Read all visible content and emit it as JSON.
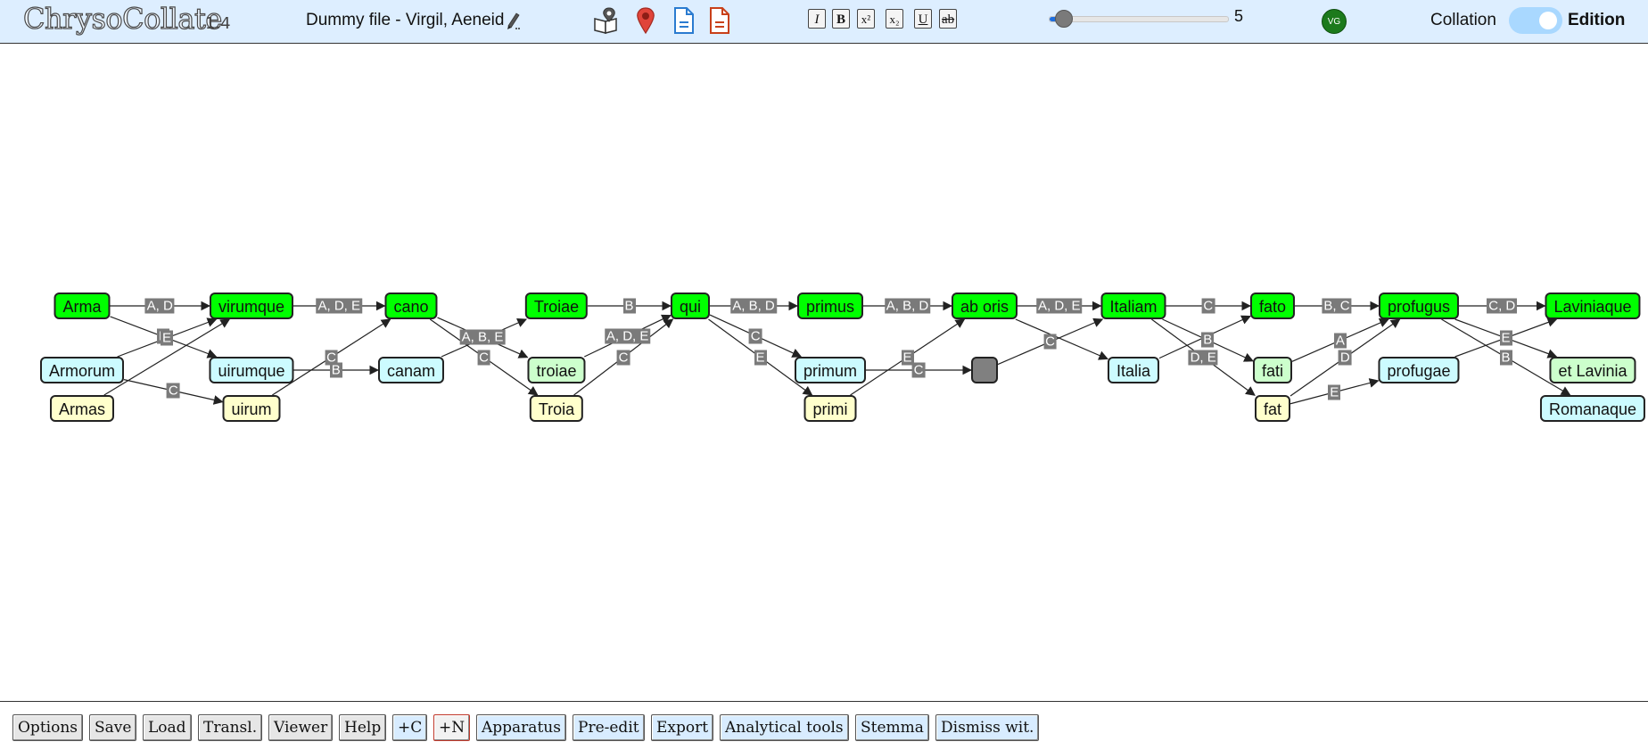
{
  "header": {
    "app_name": "ChrysoCollate",
    "version": "1.4",
    "document_title": "Dummy file - Virgil, Aeneid",
    "icons": {
      "edit": "pencil-icon",
      "map_book": "map-book-icon",
      "location": "map-pin-icon",
      "document": "document-icon",
      "document_red": "document-red-icon"
    },
    "format_buttons": [
      "I",
      "B",
      "x²",
      "x₂",
      "U",
      "ab"
    ],
    "slider": {
      "value": 5,
      "min": 1,
      "max": 100
    },
    "avatar": "VG",
    "mode_left": "Collation",
    "mode_right": "Edition",
    "toggle_on": true
  },
  "colors": {
    "header_bg": "#ddeeff",
    "base_node": "#00ff00",
    "witness_b_node": "#ccfbff",
    "witness_c_node": "#ffffcc",
    "witness_e_node": "#ccffcc",
    "edge_label_bg": "#7a7a7a",
    "toggle": "#a9d8ff",
    "avatar": "#1c7a1c"
  },
  "graph": {
    "nodes": [
      {
        "id": "arma",
        "label": "Arma",
        "color": "green"
      },
      {
        "id": "virumque",
        "label": "virumque",
        "color": "green"
      },
      {
        "id": "cano",
        "label": "cano",
        "color": "green"
      },
      {
        "id": "troiae",
        "label": "Troiae",
        "color": "green"
      },
      {
        "id": "qui",
        "label": "qui",
        "color": "green"
      },
      {
        "id": "primus",
        "label": "primus",
        "color": "green"
      },
      {
        "id": "aboris",
        "label": "ab oris",
        "color": "green"
      },
      {
        "id": "italiam",
        "label": "Italiam",
        "color": "green"
      },
      {
        "id": "fato",
        "label": "fato",
        "color": "green"
      },
      {
        "id": "profugus",
        "label": "profugus",
        "color": "green"
      },
      {
        "id": "laviniaque",
        "label": "Laviniaque",
        "color": "green"
      },
      {
        "id": "armorum",
        "label": "Armorum",
        "color": "cyan"
      },
      {
        "id": "uirumque",
        "label": "uirumque",
        "color": "cyan"
      },
      {
        "id": "canam",
        "label": "canam",
        "color": "cyan"
      },
      {
        "id": "troiae2",
        "label": "troiae",
        "color": "lightgreen"
      },
      {
        "id": "primum",
        "label": "primum",
        "color": "cyan"
      },
      {
        "id": "empty",
        "label": "",
        "color": "gray"
      },
      {
        "id": "italia",
        "label": "Italia",
        "color": "cyan"
      },
      {
        "id": "fati",
        "label": "fati",
        "color": "lightgreen"
      },
      {
        "id": "profugae",
        "label": "profugae",
        "color": "cyan"
      },
      {
        "id": "etlavinia",
        "label": "et Lavinia",
        "color": "lightgreen"
      },
      {
        "id": "armas",
        "label": "Armas",
        "color": "yellow"
      },
      {
        "id": "uirum",
        "label": "uirum",
        "color": "yellow"
      },
      {
        "id": "troia",
        "label": "Troia",
        "color": "yellow"
      },
      {
        "id": "primi",
        "label": "primi",
        "color": "yellow"
      },
      {
        "id": "fat",
        "label": "fat",
        "color": "yellow"
      },
      {
        "id": "romanaque",
        "label": "Romanaque",
        "color": "cyan"
      }
    ],
    "edges": [
      {
        "from": "arma",
        "to": "virumque",
        "label": "A, D"
      },
      {
        "from": "arma",
        "to": "uirumque",
        "label": "B"
      },
      {
        "from": "armorum",
        "to": "virumque",
        "label": "E"
      },
      {
        "from": "armorum",
        "to": "uirum",
        "label": "C"
      },
      {
        "from": "armas",
        "to": "virumque",
        "label": ""
      },
      {
        "from": "virumque",
        "to": "cano",
        "label": "A, D, E"
      },
      {
        "from": "uirumque",
        "to": "canam",
        "label": "B"
      },
      {
        "from": "uirum",
        "to": "cano",
        "label": "C"
      },
      {
        "from": "cano",
        "to": "troiae2",
        "label": "A, B, E"
      },
      {
        "from": "cano",
        "to": "troia",
        "label": "C"
      },
      {
        "from": "canam",
        "to": "troiae",
        "label": ""
      },
      {
        "from": "troiae",
        "to": "qui",
        "label": "B"
      },
      {
        "from": "troiae2",
        "to": "qui",
        "label": "A, D, E"
      },
      {
        "from": "troia",
        "to": "qui",
        "label": "C"
      },
      {
        "from": "qui",
        "to": "primus",
        "label": "A, B, D"
      },
      {
        "from": "qui",
        "to": "primum",
        "label": "C"
      },
      {
        "from": "qui",
        "to": "primi",
        "label": "E"
      },
      {
        "from": "primus",
        "to": "aboris",
        "label": "A, B, D"
      },
      {
        "from": "primum",
        "to": "empty",
        "label": "C"
      },
      {
        "from": "primi",
        "to": "aboris",
        "label": "E"
      },
      {
        "from": "aboris",
        "to": "italiam",
        "label": "A, D, E"
      },
      {
        "from": "aboris",
        "to": "italia",
        "label": ""
      },
      {
        "from": "empty",
        "to": "italiam",
        "label": "C"
      },
      {
        "from": "italiam",
        "to": "fato",
        "label": "C"
      },
      {
        "from": "italiam",
        "to": "fati",
        "label": "B"
      },
      {
        "from": "italiam",
        "to": "fat",
        "label": "D, E"
      },
      {
        "from": "italia",
        "to": "fato",
        "label": ""
      },
      {
        "from": "fato",
        "to": "profugus",
        "label": "B, C"
      },
      {
        "from": "fati",
        "to": "profugus",
        "label": "A"
      },
      {
        "from": "fat",
        "to": "profugus",
        "label": "D"
      },
      {
        "from": "fat",
        "to": "profugae",
        "label": "E"
      },
      {
        "from": "profugus",
        "to": "laviniaque",
        "label": "C, D"
      },
      {
        "from": "profugus",
        "to": "etlavinia",
        "label": "E"
      },
      {
        "from": "profugus",
        "to": "romanaque",
        "label": "B"
      },
      {
        "from": "profugae",
        "to": "laviniaque",
        "label": ""
      }
    ]
  },
  "footer": {
    "buttons": [
      {
        "label": "Options",
        "style": "gray"
      },
      {
        "label": "Save",
        "style": "gray"
      },
      {
        "label": "Load",
        "style": "gray"
      },
      {
        "label": "Transl.",
        "style": "gray"
      },
      {
        "label": "Viewer",
        "style": "gray"
      },
      {
        "label": "Help",
        "style": "gray"
      },
      {
        "label": "+C",
        "style": "blue"
      },
      {
        "label": "+N",
        "style": "red"
      },
      {
        "label": "Apparatus",
        "style": "blue"
      },
      {
        "label": "Pre-edit",
        "style": "blue"
      },
      {
        "label": "Export",
        "style": "blue"
      },
      {
        "label": "Analytical tools",
        "style": "blue"
      },
      {
        "label": "Stemma",
        "style": "blue"
      },
      {
        "label": "Dismiss wit.",
        "style": "blue"
      }
    ]
  }
}
